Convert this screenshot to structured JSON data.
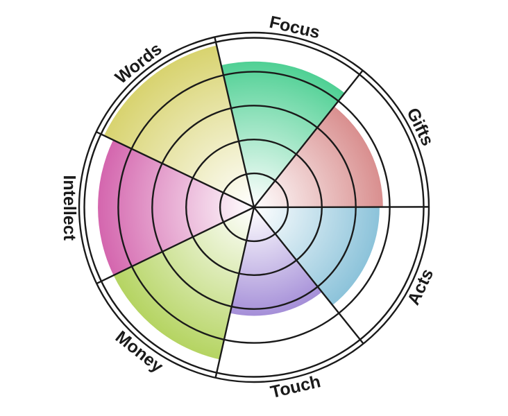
{
  "chart_data": {
    "type": "polar-area",
    "categories": [
      "Focus",
      "Gifts",
      "Acts",
      "Touch",
      "Money",
      "Intellect",
      "Words"
    ],
    "values": [
      4.3,
      3.8,
      3.7,
      3.2,
      4.6,
      4.6,
      4.9
    ],
    "max": 5,
    "rings": 5,
    "colors": [
      "#4fd094",
      "#d98f8f",
      "#8cc3da",
      "#a58fd8",
      "#b5d462",
      "#d466ae",
      "#d8d36f"
    ]
  }
}
